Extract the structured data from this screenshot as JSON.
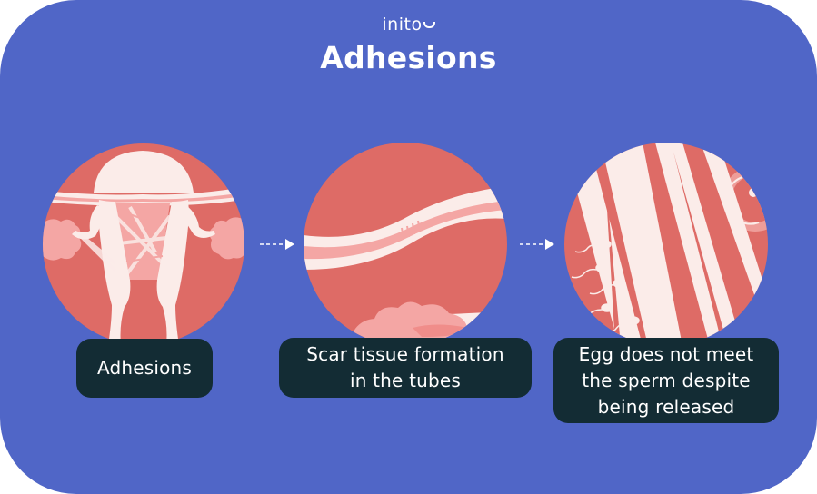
{
  "brand": {
    "logo_text": "inito",
    "logo_icon": "inito-sperm-mark-icon"
  },
  "header": {
    "title": "Adhesions"
  },
  "colors": {
    "background": "#5066C7",
    "circle_fill": "#DE6B66",
    "tissue_white": "#FBECE9",
    "tissue_pink": "#F4A6A4",
    "label_bg": "#132C34",
    "text": "#FFFFFF"
  },
  "steps": [
    {
      "id": "adhesions",
      "illustration": "uterus-with-adhesions-icon",
      "label": "Adhesions"
    },
    {
      "id": "scar-tissue",
      "illustration": "fallopian-tube-scar-tissue-icon",
      "label": "Scar tissue formation\nin the tubes"
    },
    {
      "id": "egg-sperm",
      "illustration": "egg-and-sperm-blocked-icon",
      "label": "Egg does not meet\nthe sperm despite\nbeing released"
    }
  ],
  "connectors": [
    {
      "from": "adhesions",
      "to": "scar-tissue",
      "icon": "dashed-arrow-right-icon"
    },
    {
      "from": "scar-tissue",
      "to": "egg-sperm",
      "icon": "dashed-arrow-right-icon"
    }
  ]
}
